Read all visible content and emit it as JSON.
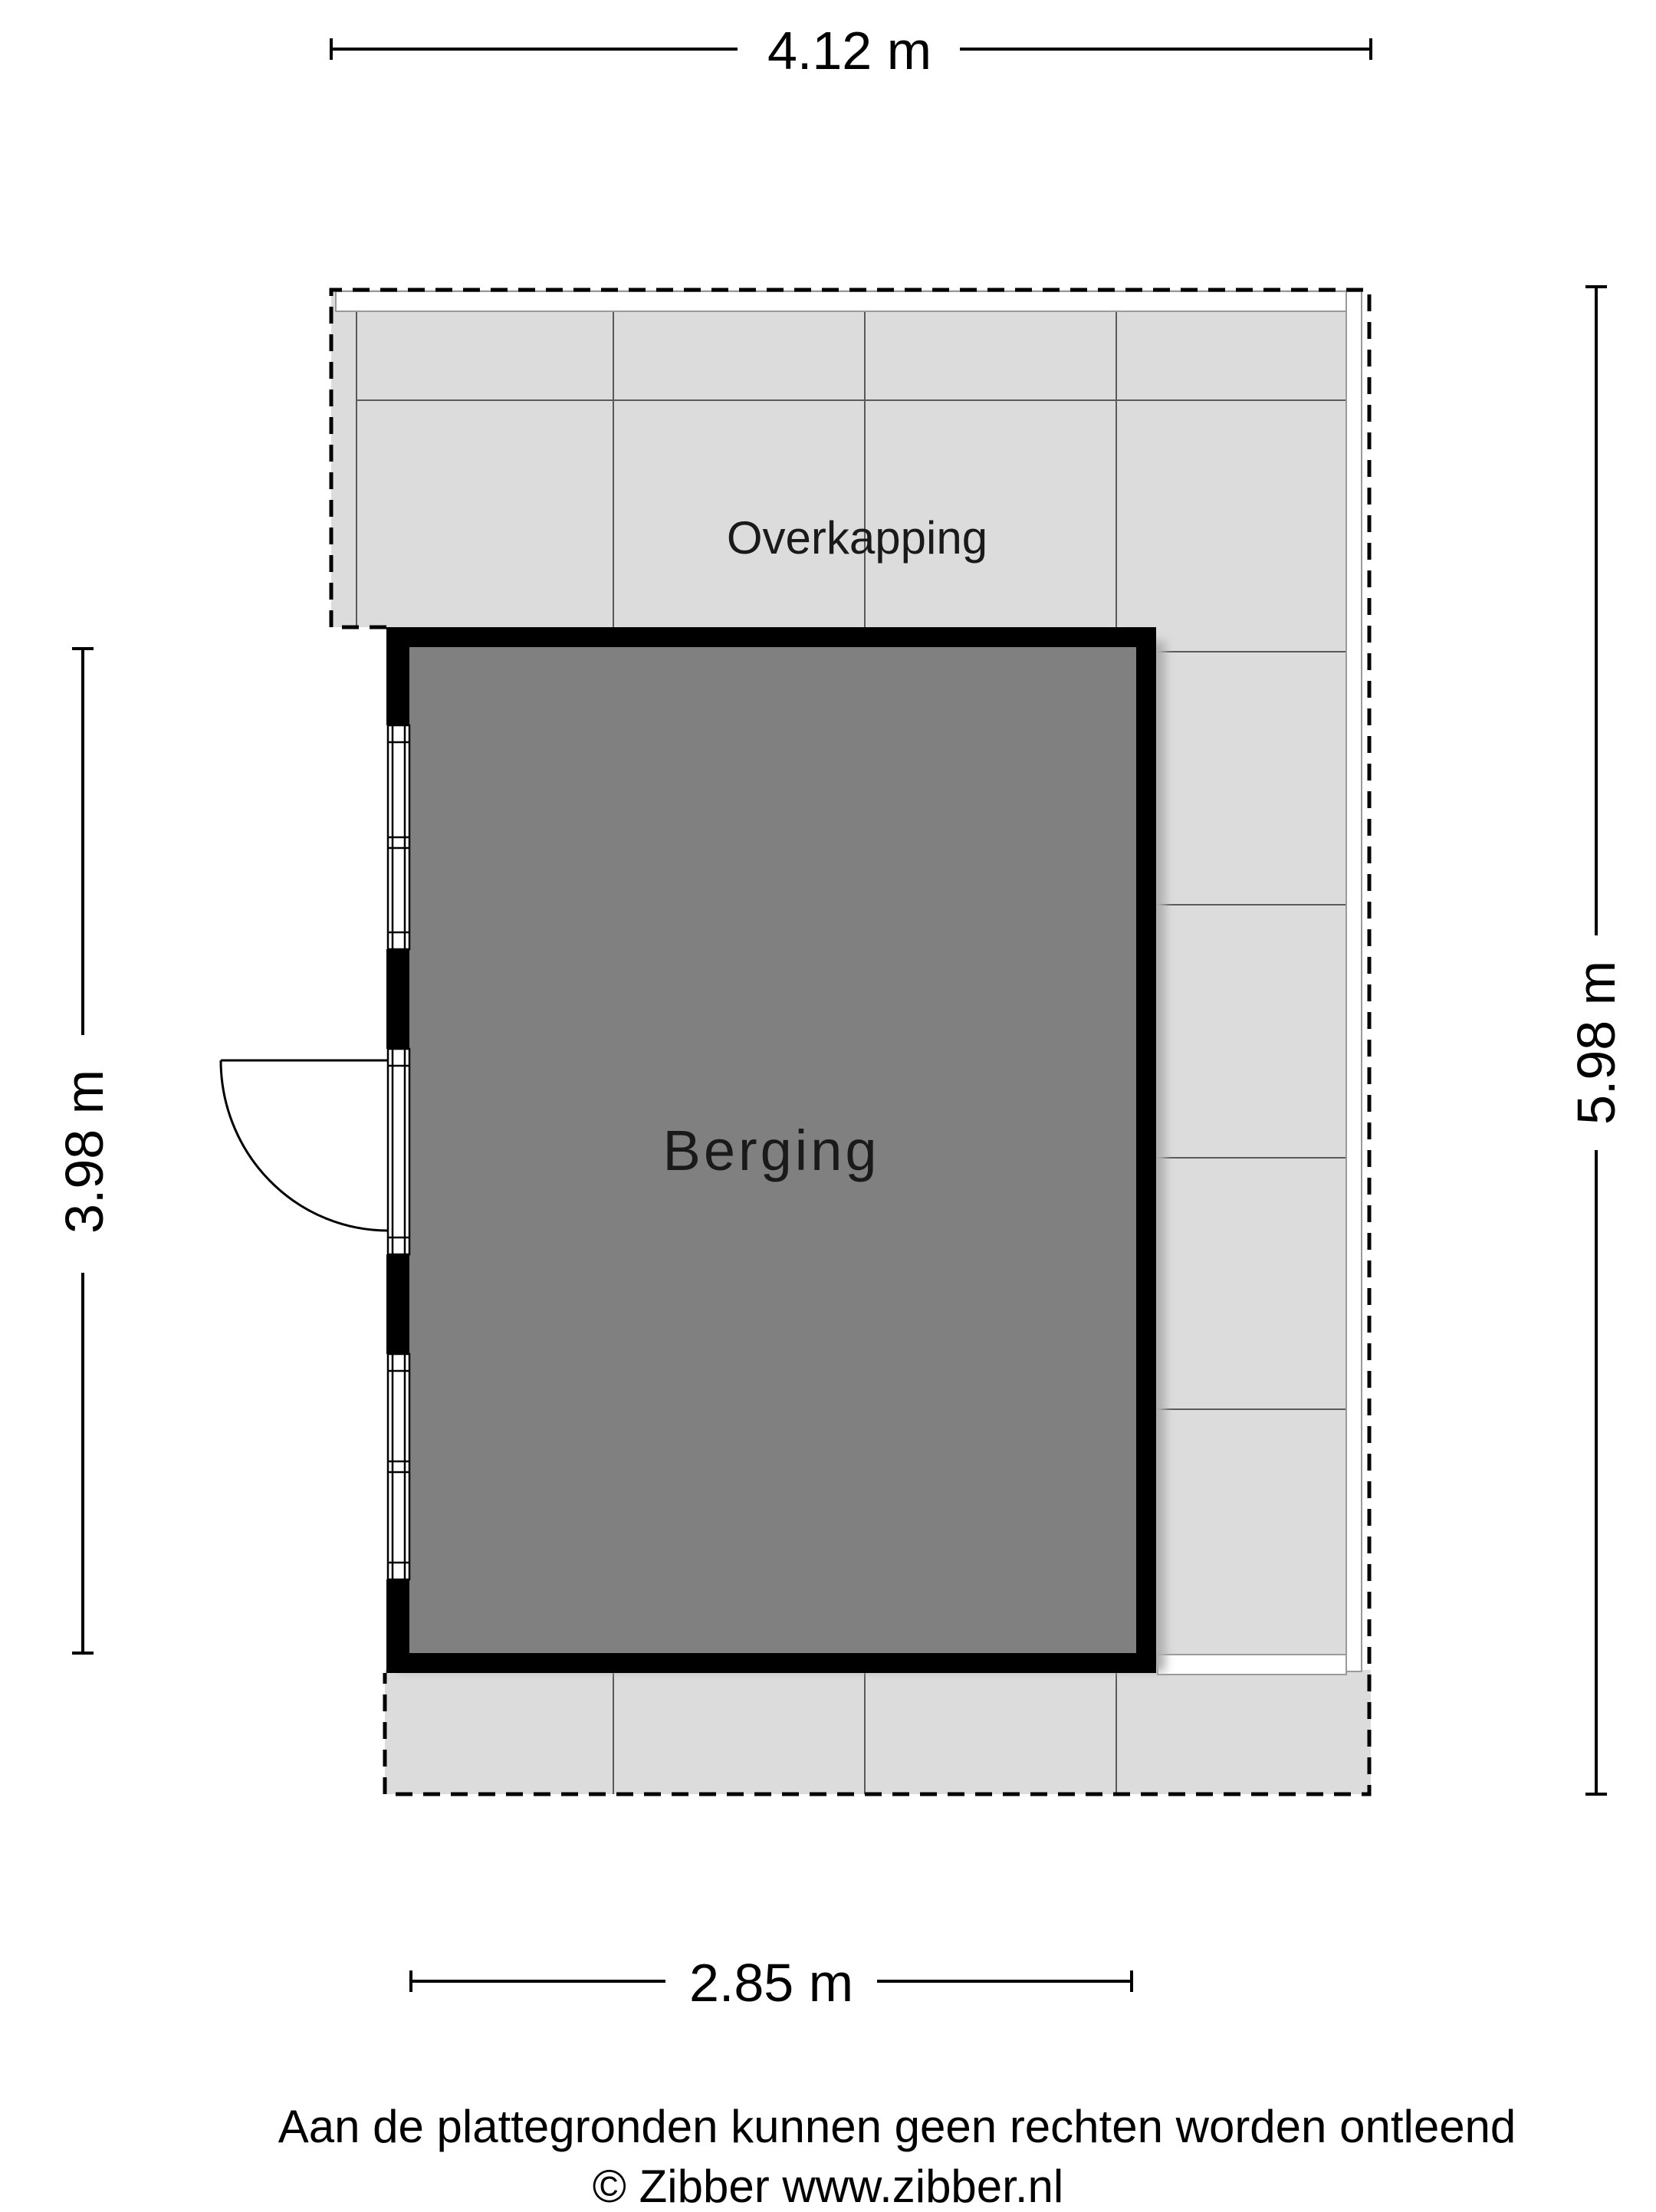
{
  "dimensions": {
    "top_width": "4.12 m",
    "right_height": "5.98 m",
    "left_height": "3.98 m",
    "bottom_width": "2.85 m"
  },
  "rooms": {
    "storage": "Berging",
    "canopy": "Overkapping"
  },
  "footer": {
    "disclaimer": "Aan de plattegronden kunnen geen rechten worden ontleend",
    "copyright": "© Zibber www.zibber.nl"
  },
  "colors": {
    "wall": "#000000",
    "storage_floor": "#808080",
    "canopy_tiles": "#dcdcdc",
    "tile_lines": "#5a5a5a",
    "background": "#ffffff"
  }
}
